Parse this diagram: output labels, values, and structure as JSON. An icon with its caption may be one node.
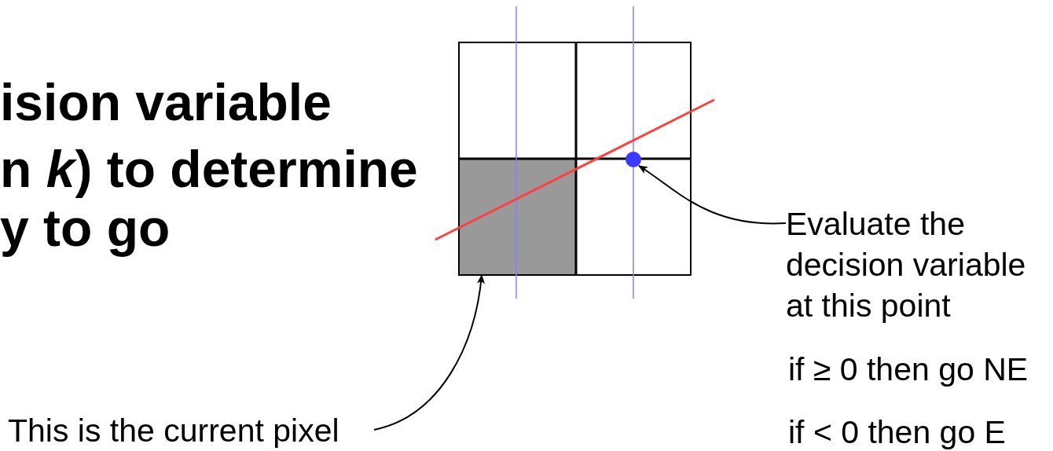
{
  "diagram": {
    "nodes": [
      {
        "text": [
          "This is the current pixel"
        ]
      },
      {
        "text": [],
        "shape": "box"
      },
      {
        "text": [
          "Evaluate the decision variable at this point"
        ]
      },
      {
        "text": [],
        "shape": "circle"
      }
    ],
    "edges": [
      {
        "from": 0,
        "to": 1,
        "arrow": "to"
      },
      {
        "from": 2,
        "to": 3,
        "arrow": "to"
      }
    ],
    "labels": [
      "ision variable",
      "n *k*) to determine",
      "y to go",
      "if ≥ 0 then go NE",
      "if < 0 then go E"
    ]
  }
}
